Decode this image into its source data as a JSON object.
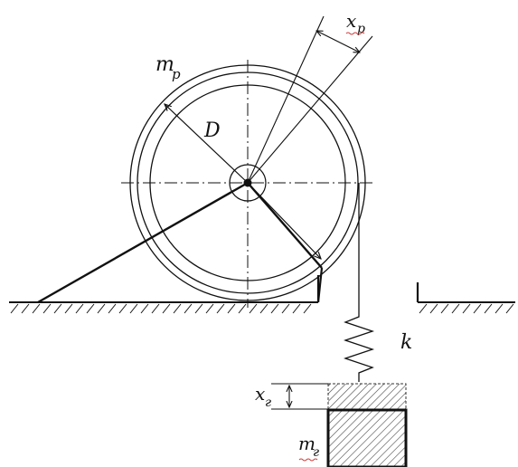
{
  "diagram": {
    "labels": {
      "wheel_mass": "m",
      "wheel_mass_sub": "р",
      "diameter": "D",
      "wheel_disp": "x",
      "wheel_disp_sub": "р",
      "spring": "k",
      "load_disp": "x",
      "load_disp_sub": "г",
      "load_mass": "m",
      "load_mass_sub": "г"
    },
    "colors": {
      "line": "#111111",
      "hatch": "#444444",
      "spellcheck": "#d23c3c"
    }
  }
}
